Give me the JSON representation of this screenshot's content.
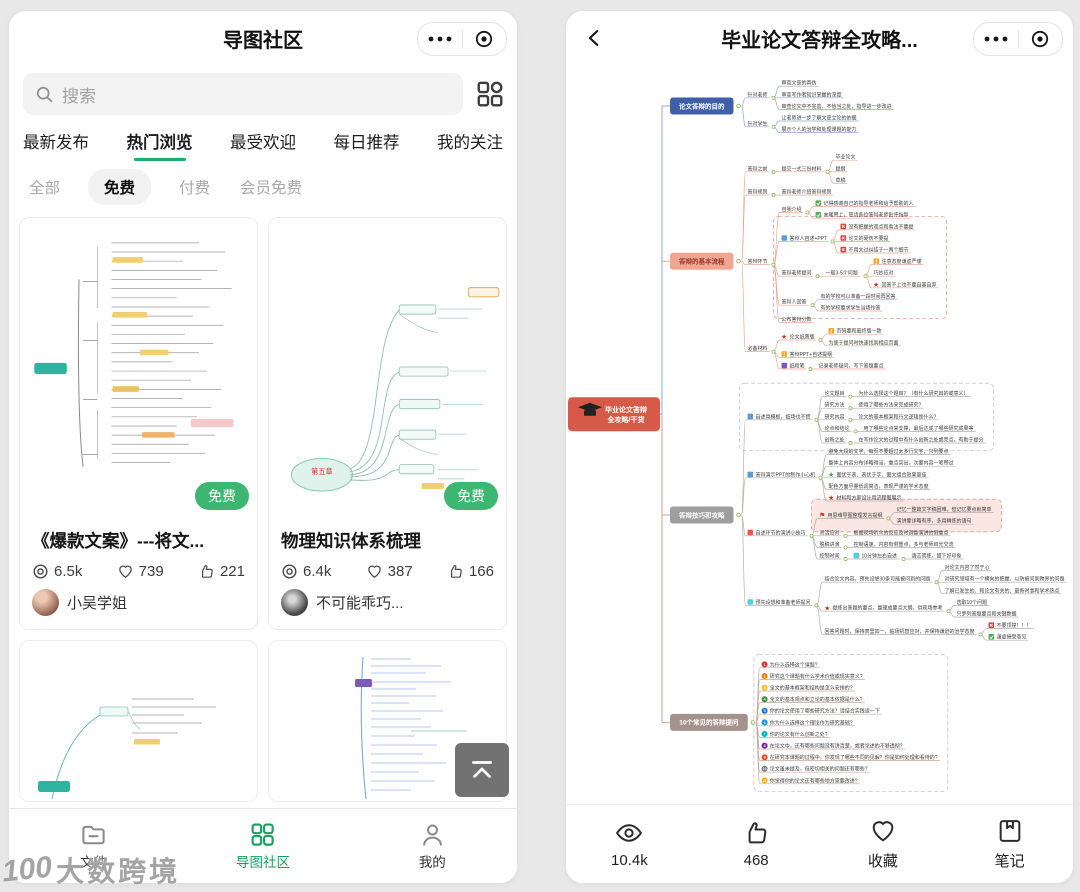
{
  "left_app": {
    "header": {
      "title": "导图社区"
    },
    "search": {
      "placeholder": "搜索"
    },
    "tabs": [
      {
        "label": "最新发布"
      },
      {
        "label": "热门浏览",
        "active": true
      },
      {
        "label": "最受欢迎"
      },
      {
        "label": "每日推荐"
      },
      {
        "label": "我的关注"
      }
    ],
    "filters": [
      {
        "label": "全部"
      },
      {
        "label": "免费",
        "active": true
      },
      {
        "label": "付费"
      },
      {
        "label": "会员免费"
      }
    ],
    "cards": [
      {
        "title": "《爆款文案》---将文...",
        "badge": "免费",
        "views": "6.5k",
        "likes": "739",
        "thumbs": "221",
        "author": "小吴学姐"
      },
      {
        "title": "物理知识体系梳理",
        "badge": "免费",
        "views": "6.4k",
        "likes": "387",
        "thumbs": "166",
        "author": "不可能乖巧...",
        "thumb_center": "第五章"
      }
    ],
    "tabbar": [
      {
        "label": "文件"
      },
      {
        "label": "导图社区",
        "active": true
      },
      {
        "label": "我的"
      }
    ]
  },
  "right_app": {
    "header": {
      "title": "毕业论文答辩全攻略..."
    },
    "toolbar": [
      {
        "label": "10.4k"
      },
      {
        "label": "468"
      },
      {
        "label": "收藏"
      },
      {
        "label": "笔记"
      }
    ],
    "mindmap": {
      "center": {
        "line1": "毕业论文答辩",
        "line2": "全攻略/干货"
      },
      "branches": [
        {
          "label": "论文答辩的目的",
          "style": "blue",
          "children": [
            {
              "label": "针对老师",
              "children": [
                {
                  "label": "审查文章的真伪"
                },
                {
                  "label": "审查写作者知识掌握的深度"
                },
                {
                  "label": "审查论文中不完善、不恰当之处，指导进一步改进"
                }
              ]
            },
            {
              "label": "针对学生",
              "children": [
                {
                  "label": "让老师进一步了解文章立论的依据"
                },
                {
                  "label": "展示个人的治学和处理课题的能力"
                }
              ]
            }
          ]
        },
        {
          "label": "答辩的基本流程",
          "style": "salmon",
          "children": [
            {
              "label": "答辩之前",
              "children": [
                {
                  "label": "提交一式三份材料",
                  "children": [
                    {
                      "label": "毕业论文"
                    },
                    {
                      "label": "提纲"
                    },
                    {
                      "label": "草稿"
                    }
                  ]
                }
              ]
            },
            {
              "label": "答辩规则",
              "children": [
                {
                  "label": "答辩老师介绍答辩规则"
                }
              ]
            },
            {
              "label": "答辩环节",
              "children": [
                {
                  "label": "自我介绍",
                  "children": [
                    {
                      "label": "记得感谢自己的指导老师和给予帮助的人",
                      "icon": "check"
                    },
                    {
                      "label": "末尾带上，恳请各位答辩老师批评指导",
                      "icon": "check"
                    }
                  ]
                },
                {
                  "label": "",
                  "frame": "dashed-red",
                  "children": [
                    {
                      "label": "答辩人自述+PPT",
                      "icon": "blue",
                      "children": [
                        {
                          "label": "没有把握的观点和看法不要提",
                          "icon": "cross"
                        },
                        {
                          "label": "论文的硬伤不要提",
                          "icon": "cross"
                        },
                        {
                          "label": "不用太过纠结于一两个细节",
                          "icon": "cross"
                        }
                      ]
                    },
                    {
                      "label": "答辩老师提问",
                      "children": [
                        {
                          "label": "一般3-5个问题",
                          "children": [
                            {
                              "label": "注意态度谦虚严谨",
                              "icon": "warn"
                            },
                            {
                              "label": "巧妙应对"
                            },
                            {
                              "label": "回答不上也不要自暴自弃",
                              "icon": "star"
                            }
                          ]
                        }
                      ]
                    },
                    {
                      "label": "答辩人回答",
                      "children": [
                        {
                          "label": "有的学校可以准备一段时间再回答"
                        },
                        {
                          "label": "有的学校要求学生当场作答"
                        }
                      ]
                    }
                  ]
                },
                {
                  "label": "公布答辩分数"
                }
              ]
            },
            {
              "label": "必备材料",
              "children": [
                {
                  "label": "论文纸质版",
                  "icon": "star",
                  "children": [
                    {
                      "label": "页码要和最终版一致",
                      "icon": "warn"
                    },
                    {
                      "label": "为便于提问时快速找到相应页面"
                    }
                  ]
                },
                {
                  "label": "答辩PPT+自述提纲",
                  "icon": "warn"
                },
                {
                  "label": "纸和笔",
                  "icon": "pencil",
                  "children": [
                    {
                      "label": "记录老师疑问，写下答题要点"
                    }
                  ]
                }
              ]
            }
          ]
        },
        {
          "label": "答辩技巧和攻略",
          "style": "gray",
          "children": [
            {
              "label": "自述用模板，临场也不慌",
              "icon": "blue",
              "frame": "dashed-gray",
              "children": [
                {
                  "label": "论文题目",
                  "children": [
                    {
                      "label": "为什么选择这个题目？（有什么研究目的或意义）"
                    }
                  ]
                },
                {
                  "label": "研究方法",
                  "children": [
                    {
                      "label": "使用了哪些方法来完成研究?"
                    }
                  ]
                },
                {
                  "label": "研究内容",
                  "children": [
                    {
                      "label": "论文的基本框架和行文逻辑是什么?"
                    }
                  ]
                },
                {
                  "label": "论点和结论",
                  "children": [
                    {
                      "label": "用了哪些论点来支撑，最后达成了哪些研究成果等"
                    }
                  ]
                },
                {
                  "label": "创新之处",
                  "children": [
                    {
                      "label": "在写作论文的过程中有什么创新之处或亮点，有助于提分"
                    }
                  ]
                }
              ]
            },
            {
              "label": "答辩演示PPT的制作小心机",
              "icon": "blue",
              "children": [
                {
                  "label": "避免大段的文字，每页不要超过太多行文字，只列要点"
                },
                {
                  "label": "整体上内容分布详略得当，重点突出，次要内容一笔带过"
                },
                {
                  "label": "图优于表、表优于字、图文组合效果更佳",
                  "icon": "star-green"
                },
                {
                  "label": "配色方面尽量低调简洁，表现严谨的学术态度"
                },
                {
                  "label": "材料和方案设计用流程图展示",
                  "icon": "star"
                }
              ]
            },
            {
              "label": "自述环节的演讲小技巧",
              "icon": "red",
              "children": [
                {
                  "label": "用思维导图整理发言提纲",
                  "icon": "flag",
                  "frame": "pink",
                  "children": [
                    {
                      "label": "记忆一整篇文字稿困难，但记忆要点就简单"
                    },
                    {
                      "label": "演讲要详略有序，多用精炼的语句"
                    }
                  ]
                },
                {
                  "label": "灵活应对",
                  "children": [
                    {
                      "label": "根据现场听众的反应及时调整演讲的侧重点"
                    }
                  ]
                },
                {
                  "label": "脱稿讲演",
                  "children": [
                    {
                      "label": "控制语速，内容有侧重点，多与老师目光交流"
                    }
                  ]
                },
                {
                  "label": "控制时间",
                  "children": [
                    {
                      "label": "10分钟左右自述",
                      "icon": "cyan",
                      "children": [
                        {
                          "label": "语言简练，留下好印象"
                        }
                      ]
                    }
                  ]
                }
              ]
            },
            {
              "label": "预先设想和准备老师提问",
              "icon": "cyan",
              "children": [
                {
                  "label": "结合论文内容，预先设想30条可能被问到的问题",
                  "children": [
                    {
                      "label": "对论文内容了然于心"
                    },
                    {
                      "label": "对研究领域有一个横向的把握，以防被问到跨界的问题"
                    },
                    {
                      "label": "了解已发生的、和论文有关的、最新时事和学术热点"
                    }
                  ]
                },
                {
                  "label": "提炼出答题的要点，整理成要点大纲，供现场参考",
                  "icon": "star",
                  "children": [
                    {
                      "label": "选取10个问题"
                    },
                    {
                      "label": "只罗列答题要点和关键数据"
                    }
                  ]
                },
                {
                  "label": "回答问题时，保持表里如一，临场机智应对，并保持谦逊的治学态度",
                  "children": [
                    {
                      "label": "不要顶撞！！！",
                      "icon": "cross"
                    },
                    {
                      "label": "谦虚接受意见",
                      "icon": "check"
                    }
                  ]
                }
              ]
            }
          ]
        },
        {
          "label": "10个常见的答辩提问",
          "style": "mauve",
          "frame": "dashed-gray",
          "children": [
            {
              "label": "为什么选择这个课题?",
              "icon": "n1"
            },
            {
              "label": "研究这个课题有什么学术价值或现实意义?",
              "icon": "n2"
            },
            {
              "label": "全文的基本框架和结构是怎么安排的?",
              "icon": "n3"
            },
            {
              "label": "全文的基本观点和立论的基本依据是什么?",
              "icon": "n4"
            },
            {
              "label": "你的论文使用了哪些研究方法？请结合实践谈一下",
              "icon": "n5"
            },
            {
              "label": "你为什么选择这个理论作为研究基础?",
              "icon": "n6"
            },
            {
              "label": "你的论文有什么创新之处?",
              "icon": "n7"
            },
            {
              "label": "在论文中，还有哪些问题没有讲清楚，或者论述的不够透彻?",
              "icon": "n8"
            },
            {
              "label": "在研究本课题的过程中，你发现了哪些不同的见解？你是如何处理和看待的?",
              "icon": "n9"
            },
            {
              "label": "论文虽未提及，但密切相关的问题还有哪些?",
              "icon": "n10"
            },
            {
              "label": "你觉得你的论文还有哪些地方需要改进?",
              "icon": "n11"
            }
          ]
        }
      ]
    }
  },
  "watermark": {
    "logo": "100",
    "brand": "大数跨境"
  }
}
